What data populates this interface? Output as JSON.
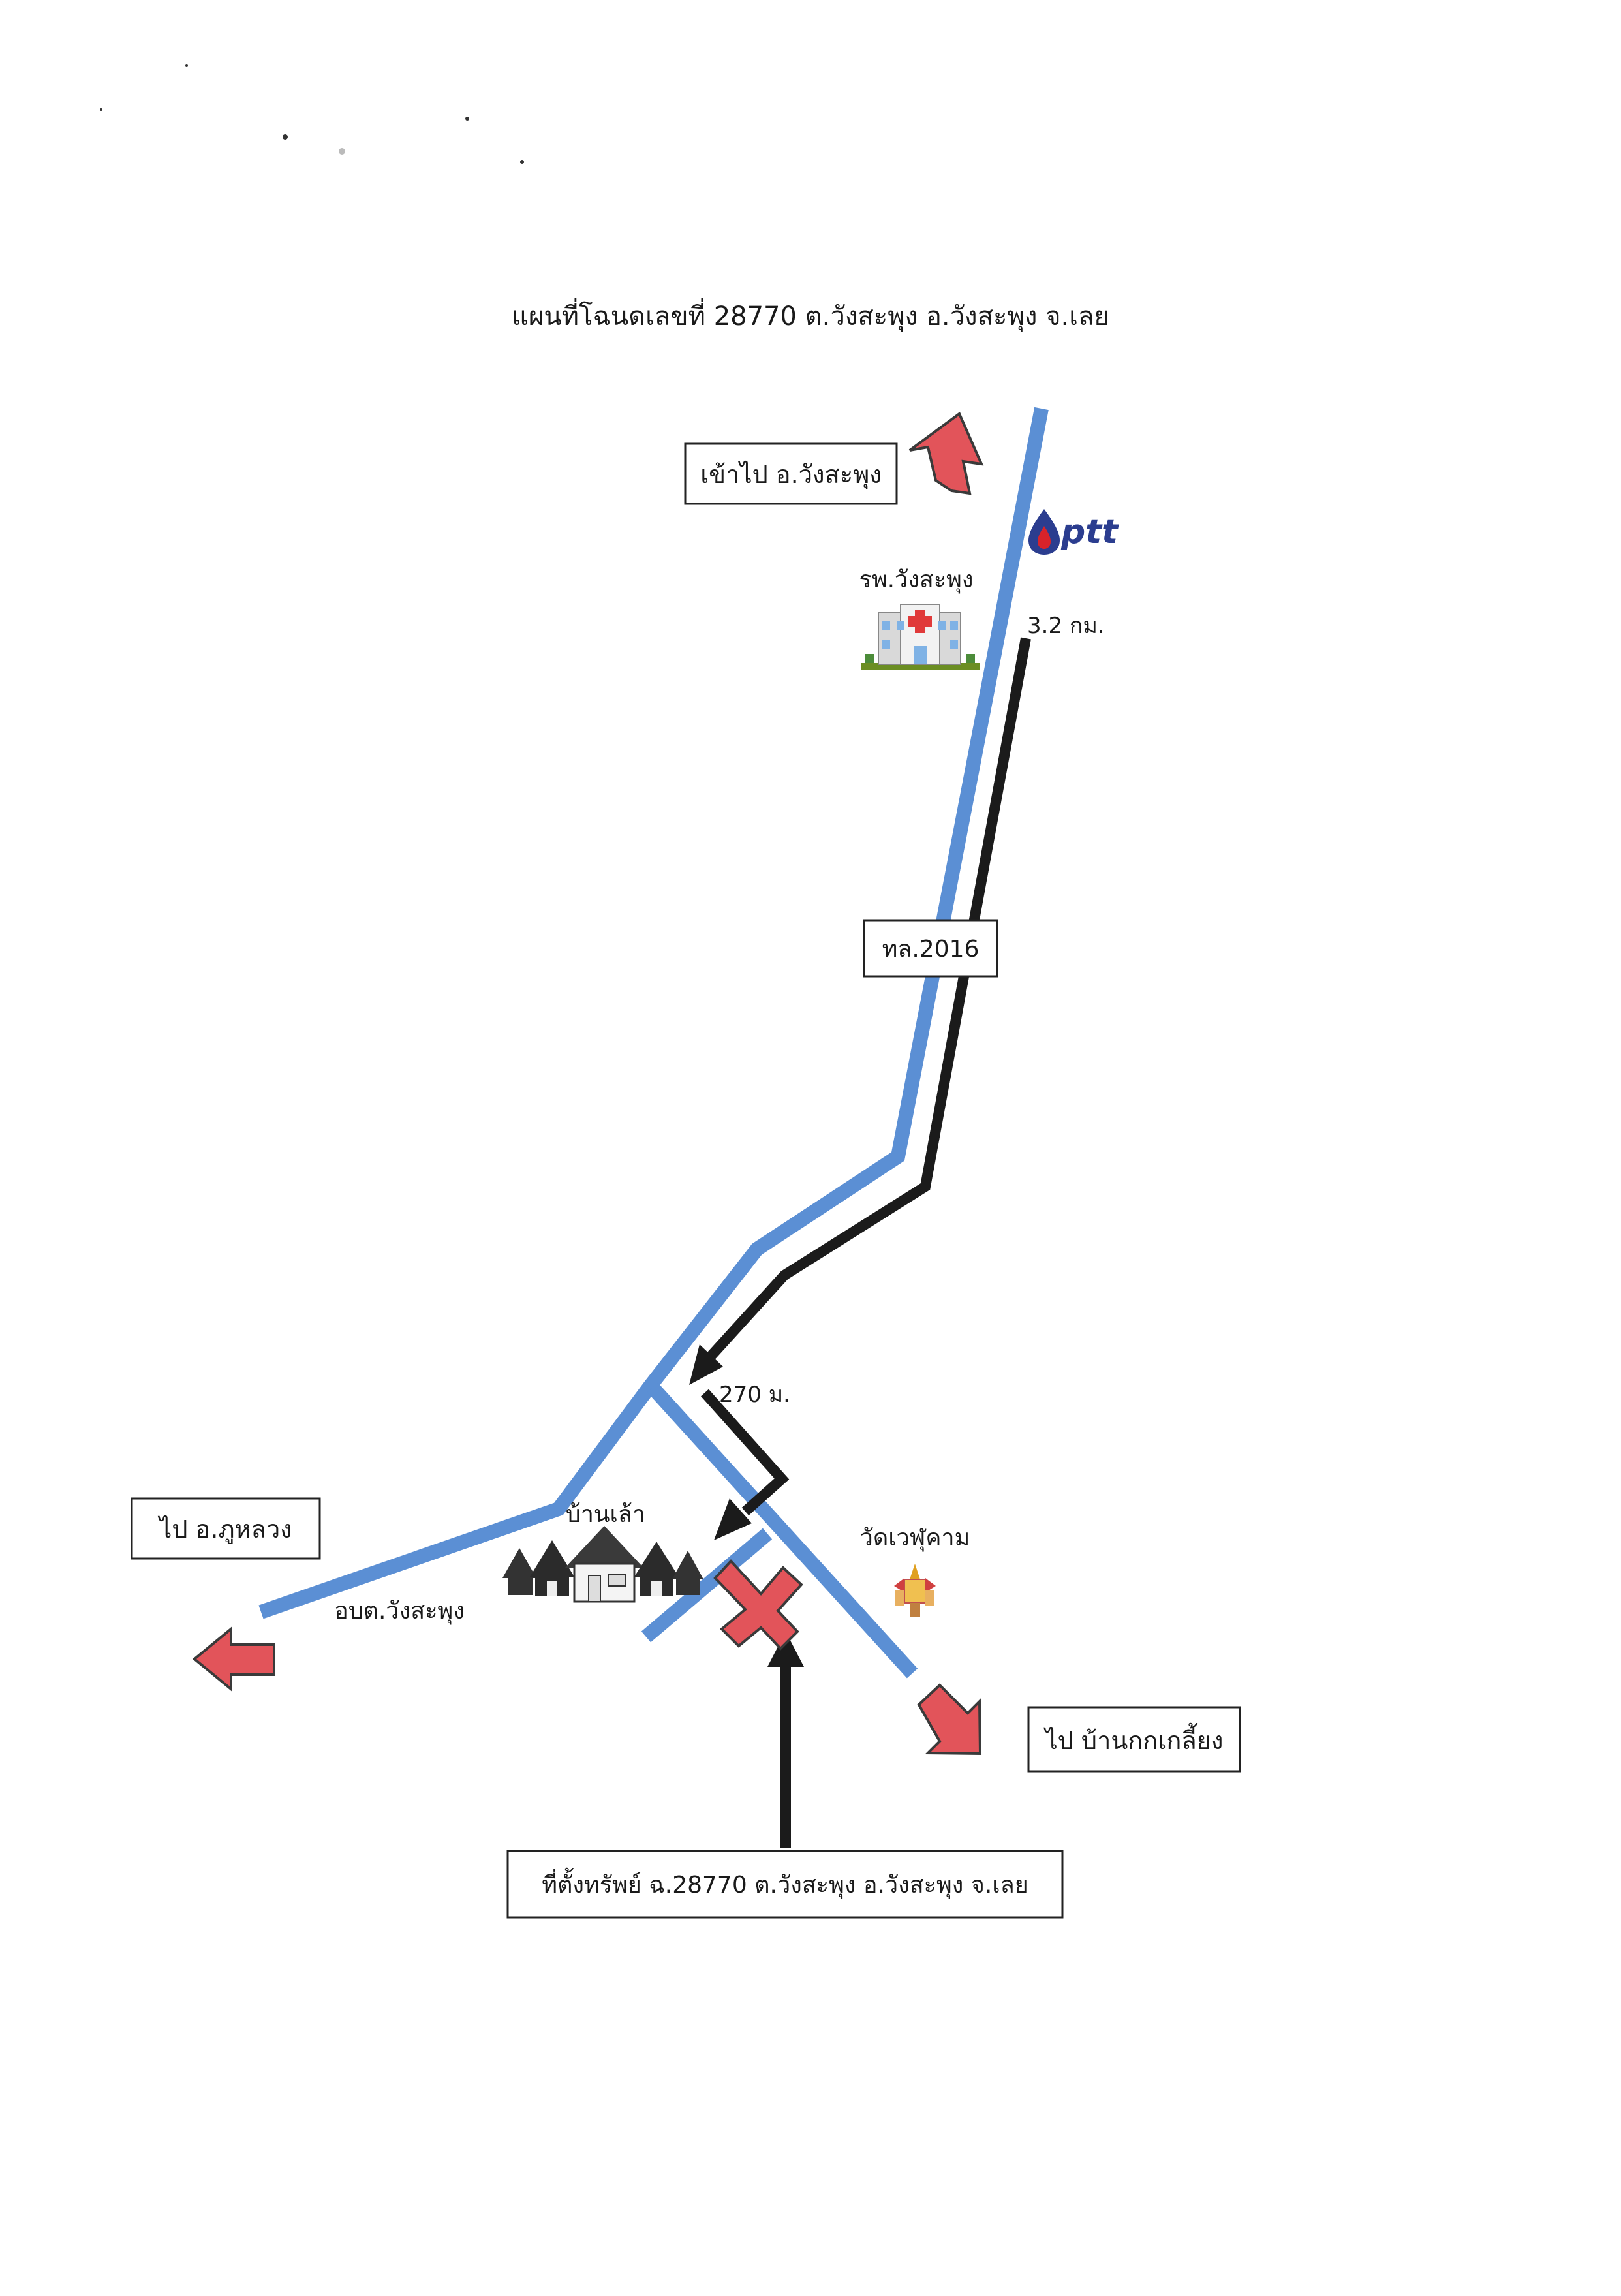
{
  "map": {
    "title": "แผนที่โฉนดเลขที่ 28770 ต.วังสะพุง อ.วังสะพุง จ.เลย",
    "labels": {
      "to_wangsaphung": "เข้าไป อ.วังสะพุง",
      "hospital": "รพ.วังสะพุง",
      "distance_main": "3.2 กม.",
      "road_number": "ทล.2016",
      "distance_branch": "270 ม.",
      "to_phu_luang": "ไป อ.ภูหลวง",
      "village": "บ้านเล้า",
      "sao": "อบต.วังสะพุง",
      "temple": "วัดเวฬุคาม",
      "to_ban_kok": "ไป บ้านกกเกลี้ยง",
      "property_location": "ที่ตั้งทรัพย์ ฉ.28770 ต.วังสะพุง อ.วังสะพุง จ.เลย"
    },
    "logo_text": "ptt",
    "colors": {
      "road": "#5b8fd4",
      "route": "#1b1b1b",
      "arrow": "#e2545a",
      "ptt_blue": "#2b3d8f",
      "ptt_red": "#d8232a"
    },
    "icons": [
      "hospital-icon",
      "village-houses-icon",
      "temple-icon",
      "ptt-logo"
    ]
  }
}
